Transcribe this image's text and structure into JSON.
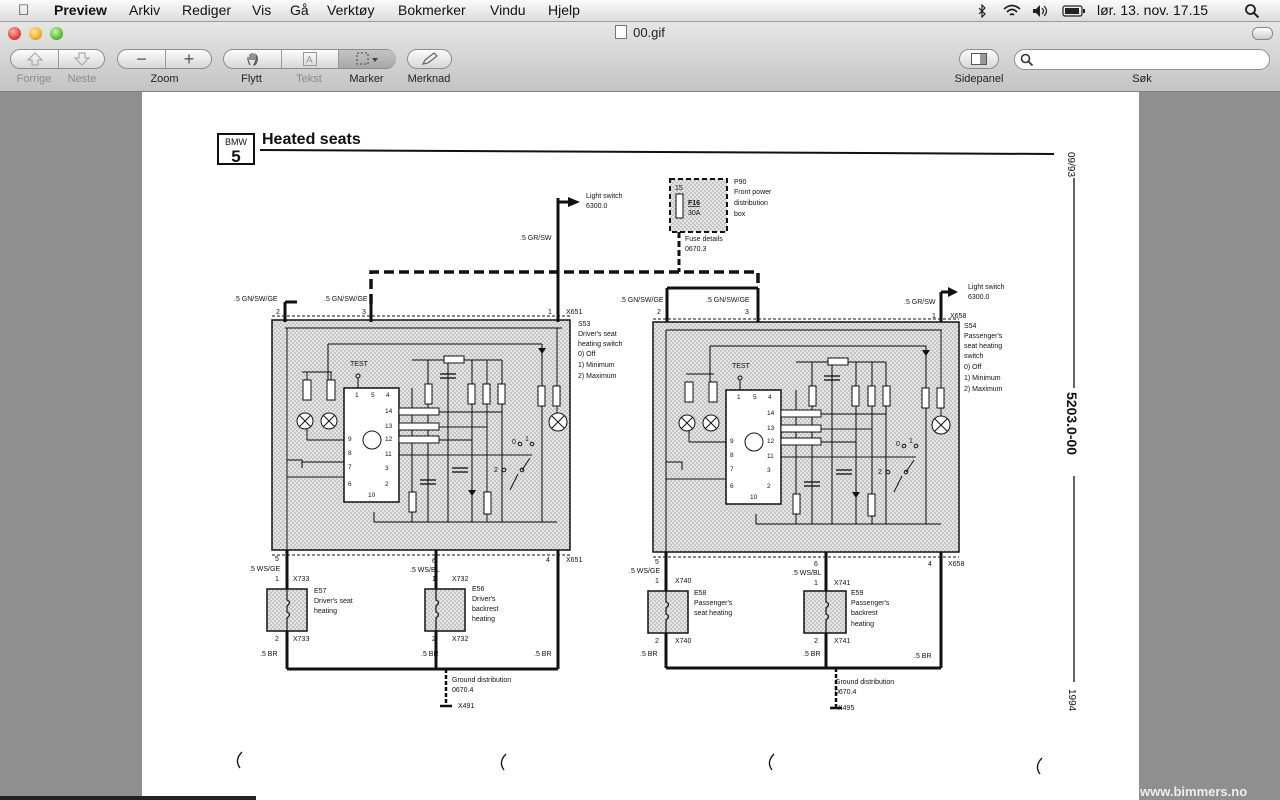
{
  "menubar": {
    "app": "Preview",
    "menus": [
      "Arkiv",
      "Rediger",
      "Vis",
      "Gå",
      "Verktøy",
      "Bokmerker",
      "Vindu",
      "Hjelp"
    ],
    "clock": "lør. 13. nov.  17.15"
  },
  "window": {
    "title": "00.gif"
  },
  "toolbar": {
    "back_label": "Forrige",
    "next_label": "Neste",
    "zoom_label": "Zoom",
    "move_label": "Flytt",
    "text_label": "Tekst",
    "select_label": "Marker",
    "annotate_label": "Merknad",
    "sidebar_label": "Sidepanel",
    "search_label": "Søk",
    "search_placeholder": ""
  },
  "document": {
    "logo_top": "BMW",
    "logo_bottom": "5",
    "title": "Heated seats",
    "side_date": "09/93",
    "side_code": "5203.0-00",
    "side_year": "1994",
    "left": {
      "light_switch": [
        "Light switch",
        "6300.0"
      ],
      "wire_top": ".5 GR/SW",
      "wire_in1": ".5 GN/SW/GE",
      "wire_in2": ".5 GN/SW/GE",
      "pins_top": [
        "2",
        "3",
        "1"
      ],
      "conn_top": "X651",
      "switch_desc": [
        "S53",
        "Driver's seat",
        "heating switch",
        "0)   Off",
        "1)   Minimum",
        "2)   Maximum"
      ],
      "test": "TEST",
      "ic_top": [
        "1",
        "5",
        "4"
      ],
      "ic_right": [
        "14",
        "13",
        "12",
        "11",
        "3",
        "2"
      ],
      "ic_left": [
        "9",
        "8",
        "7",
        "6"
      ],
      "ic_bottom": "10",
      "sw_nums": [
        "0",
        "1",
        "2"
      ],
      "pin5": "5",
      "wire5": ".5 WS/GE",
      "pin6": "6",
      "wire6": ".5 WS/BL",
      "pin4": "4",
      "conn4": "X651",
      "e1_pin_top": "1",
      "e1_conn_top": "X733",
      "e1_desc": [
        "E57",
        "Driver's seat",
        "heating"
      ],
      "e1_pin_bot": "2",
      "e1_conn_bot": "X733",
      "e2_pin_top": "1",
      "e2_conn_top": "X732",
      "e2_desc": [
        "E56",
        "Driver's",
        "backrest",
        "heating"
      ],
      "e2_pin_bot": "2",
      "e2_conn_bot": "X732",
      "br1": ".5 BR",
      "br2": ".5 BR",
      "br3": ".5 BR",
      "ground": [
        "Ground distribution",
        "0670.4"
      ],
      "ground_conn": "X491"
    },
    "fuse": {
      "pin": "15",
      "label": "F16",
      "rating": "30A",
      "desc": [
        "P90",
        "Front power",
        "distribution",
        "box"
      ],
      "details": [
        "Fuse details",
        "0670.3"
      ]
    },
    "right": {
      "light_switch": [
        "Light switch",
        "6300.0"
      ],
      "wire_top": ".5 GR/SW",
      "wire_in1": ".5 GN/SW/GE",
      "wire_in2": ".5 GN/SW/GE",
      "pins_top": [
        "2",
        "3",
        "1"
      ],
      "conn_top": "X658",
      "switch_desc": [
        "S54",
        "Passenger's",
        "seat heating",
        "switch",
        "0)   Off",
        "1)   Minimum",
        "2)   Maximum"
      ],
      "test": "TEST",
      "ic_top": [
        "1",
        "5",
        "4"
      ],
      "ic_right": [
        "14",
        "13",
        "12",
        "11",
        "3",
        "2"
      ],
      "ic_left": [
        "9",
        "8",
        "7",
        "6"
      ],
      "ic_bottom": "10",
      "sw_nums": [
        "0",
        "1",
        "2"
      ],
      "pin5": "5",
      "wire5": ".5 WS/GE",
      "pin6": "6",
      "wire6": ".5 WS/BL",
      "pin4": "4",
      "conn4": "X658",
      "e1_pin_top": "1",
      "e1_conn_top": "X740",
      "e1_desc": [
        "E58",
        "Passenger's",
        "seat heating"
      ],
      "e1_pin_bot": "2",
      "e1_conn_bot": "X740",
      "e2_pin_top": "1",
      "e2_conn_top": "X741",
      "e2_desc": [
        "E59",
        "Passenger's",
        "backrest",
        "heating"
      ],
      "e2_pin_bot": "2",
      "e2_conn_bot": "X741",
      "br1": ".5 BR",
      "br2": ".5 BR",
      "br3": ".5 BR",
      "ground": [
        "Ground distribution",
        "0670.4"
      ],
      "ground_conn": "X495"
    }
  },
  "watermark": "www.bimmers.no",
  "colors": {
    "page": "#ffffff",
    "desktop": "#8f8f8f",
    "ink": "#111111",
    "shade": "#d9d9d9"
  }
}
